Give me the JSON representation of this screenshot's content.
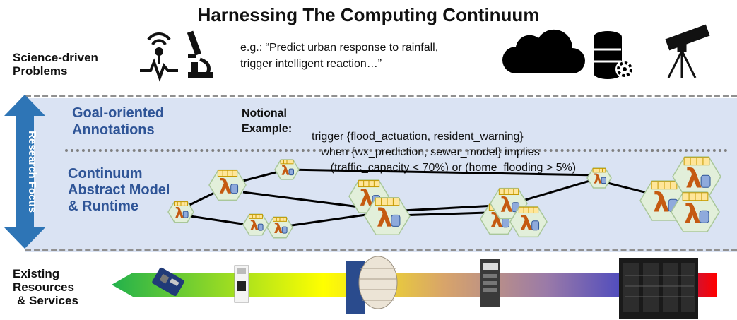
{
  "title": "Harnessing The Computing Continuum",
  "rows": {
    "science": [
      "Science-driven",
      "Problems"
    ],
    "annotations": [
      "Goal-oriented",
      "Annotations"
    ],
    "model": [
      "Continuum",
      "Abstract Model",
      "& Runtime"
    ],
    "resources": [
      "Existing",
      "Resources",
      "& Services"
    ]
  },
  "arrow_label": "Research Focus",
  "quote": [
    "e.g.: “Predict urban response to rainfall,",
    "trigger intelligent reaction…”"
  ],
  "notional": [
    "Notional",
    "Example:"
  ],
  "example": [
    "trigger {flood_actuation, resident_warning}",
    "   when {wx_prediction, sewer_model} implies",
    "      (traffic_capacity < 70%) or (home_flooding > 5%)"
  ],
  "lambda": "λ",
  "icons": [
    "sensor-signal-icon",
    "microscope-icon",
    "cloud-icon",
    "database-gear-icon",
    "telescope-icon"
  ],
  "colors": {
    "accent_blue": "#2f5597",
    "arrow_blue": "#2e75b6",
    "band": "#dae3f3",
    "hexagon": "#e2efda",
    "lambda": "#c55a11",
    "container": "#ffe699"
  },
  "gradient": [
    "#22b14c",
    "#ffff00",
    "#d9a06b",
    "#b080a0",
    "#4040c0",
    "#ff0000"
  ]
}
